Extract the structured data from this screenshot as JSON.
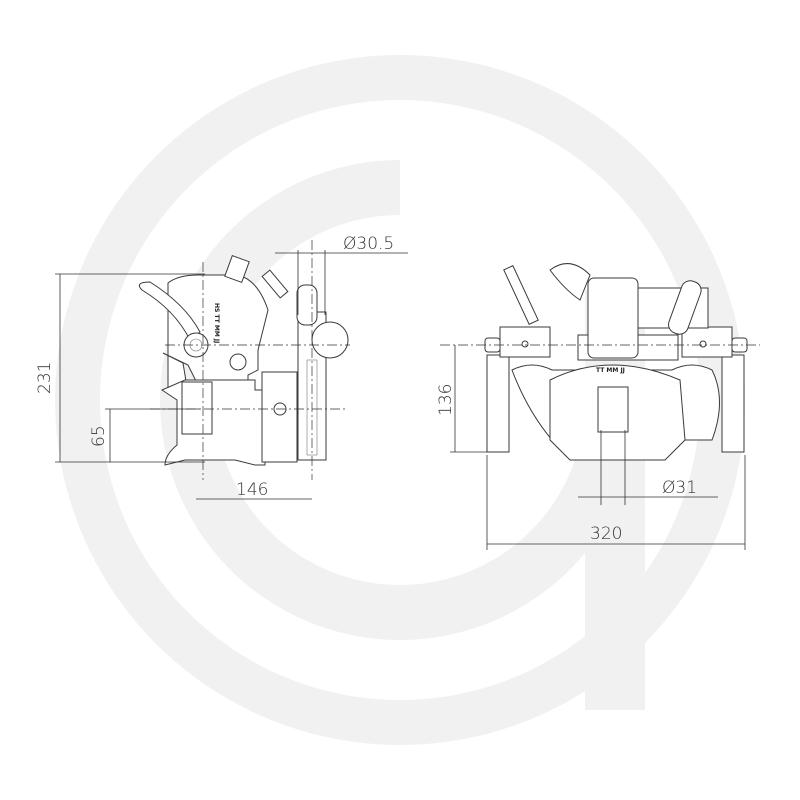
{
  "watermark": {
    "color": "#f1f1f1",
    "icon": "brand-ring-logo"
  },
  "side_view": {
    "dimensions": {
      "height_total": "231",
      "height_pin": "65",
      "depth": "146",
      "pin_diameter": "Ø30.5"
    },
    "marking": "HS TT MM JJ"
  },
  "front_view": {
    "dimensions": {
      "height": "136",
      "width": "320",
      "ball_diameter": "Ø31"
    },
    "marking": "TT MM JJ"
  },
  "colors": {
    "line": "#333333",
    "background": "#ffffff"
  }
}
